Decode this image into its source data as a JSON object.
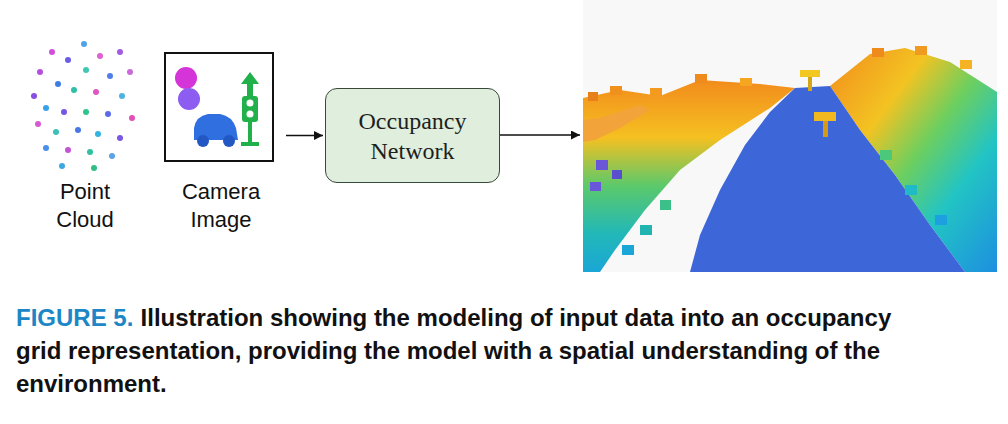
{
  "diagram": {
    "caption": "Illustration showing the modeling of input data into an occupancy grid representation, providing the model with a spatial understanding of the environment.",
    "nodes": [
      {
        "text": [
          "Camera Image"
        ]
      },
      {
        "text": [
          "Occupancy Network"
        ]
      }
    ],
    "edges": [
      {
        "from": 0,
        "to": 1,
        "arrow": "to"
      }
    ],
    "labels": [
      "Point Cloud",
      "FIGURE 5."
    ]
  }
}
